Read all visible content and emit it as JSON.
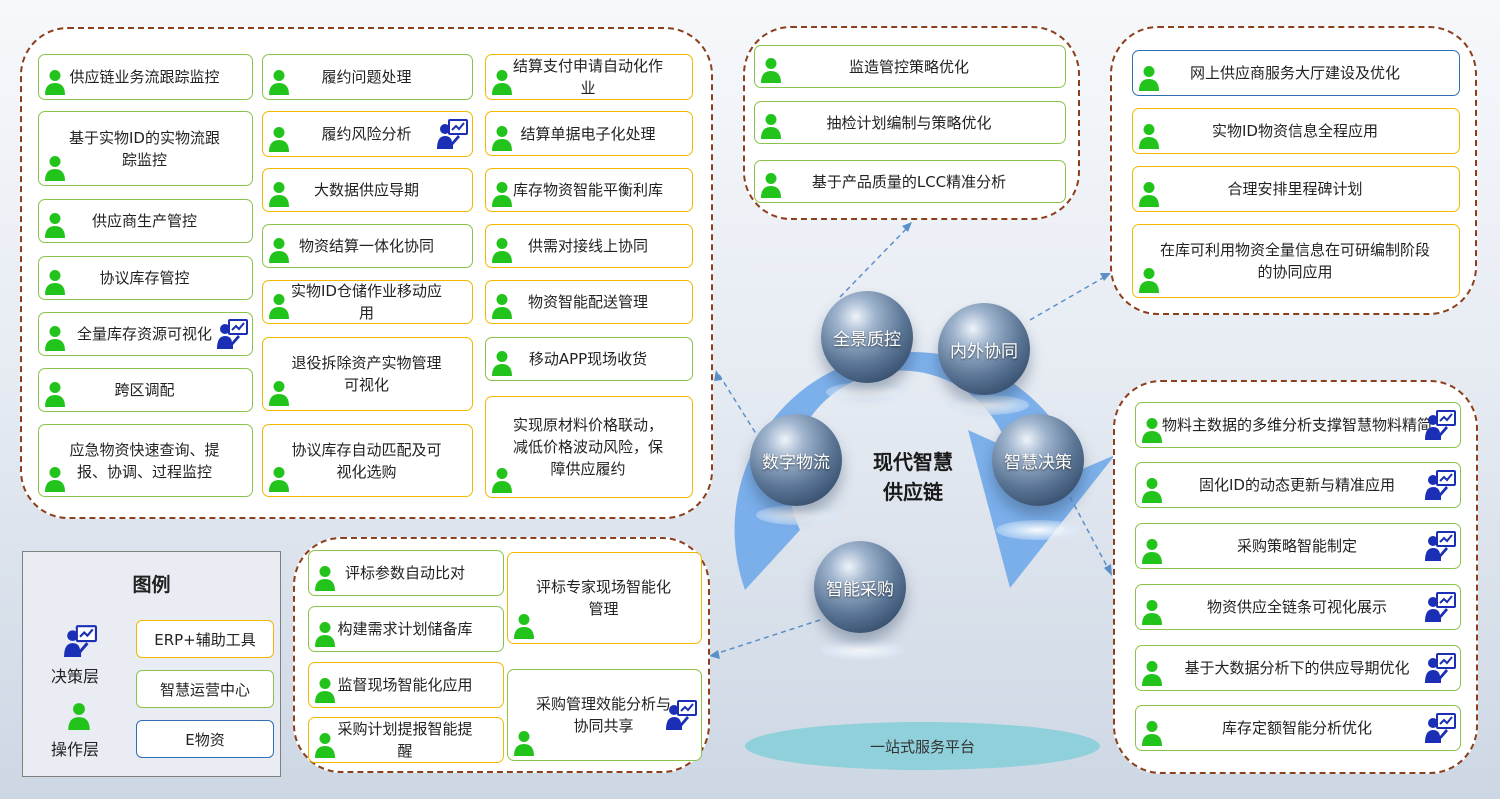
{
  "center": {
    "line1": "现代智慧",
    "line2": "供应链"
  },
  "spheres": {
    "quality": "全景质控",
    "collab": "内外协同",
    "decision": "智慧决策",
    "procure": "智能采购",
    "logistics": "数字物流"
  },
  "platform": "一站式服务平台",
  "legend": {
    "title": "图例",
    "decision_label": "决策层",
    "operation_label": "操作层",
    "erp": "ERP+辅助工具",
    "ops_center": "智慧运营中心",
    "e_material": "E物资"
  },
  "colors": {
    "green": "#8bc34a",
    "orange": "#f2b800",
    "blue": "#2f6fb5",
    "dashed_border": "#8c3f1c",
    "arrow_fill": "#6aa6ea"
  },
  "logistics": {
    "col1": [
      "供应链业务流跟踪监控",
      "基于实物ID的实物流跟踪监控",
      "供应商生产管控",
      "协议库存管控",
      "全量库存资源可视化",
      "跨区调配",
      "应急物资快速查询、提报、协调、过程监控"
    ],
    "col2": [
      "履约问题处理",
      "履约风险分析",
      "大数据供应导期",
      "物资结算一体化协同",
      "实物ID仓储作业移动应用",
      "退役拆除资产实物管理可视化",
      "协议库存自动匹配及可视化选购"
    ],
    "col3": [
      "结算支付申请自动化作业",
      "结算单据电子化处理",
      "库存物资智能平衡利库",
      "供需对接线上协同",
      "物资智能配送管理",
      "移动APP现场收货",
      "实现原材料价格联动，减低价格波动风险，保障供应履约"
    ]
  },
  "quality": [
    "监造管控策略优化",
    "抽检计划编制与策略优化",
    "基于产品质量的LCC精准分析"
  ],
  "collab": [
    "网上供应商服务大厅建设及优化",
    "实物ID物资信息全程应用",
    "合理安排里程碑计划",
    "在库可利用物资全量信息在可研编制阶段的协同应用"
  ],
  "decision": [
    "物料主数据的多维分析支撑智慧物料精简",
    "固化ID的动态更新与精准应用",
    "采购策略智能制定",
    "物资供应全链条可视化展示",
    "基于大数据分析下的供应导期优化",
    "库存定额智能分析优化"
  ],
  "procure": {
    "left": [
      "评标参数自动比对",
      "构建需求计划储备库",
      "监督现场智能化应用",
      "采购计划提报智能提醒"
    ],
    "right": [
      "评标专家现场智能化管理",
      "采购管理效能分析与协同共享"
    ]
  }
}
